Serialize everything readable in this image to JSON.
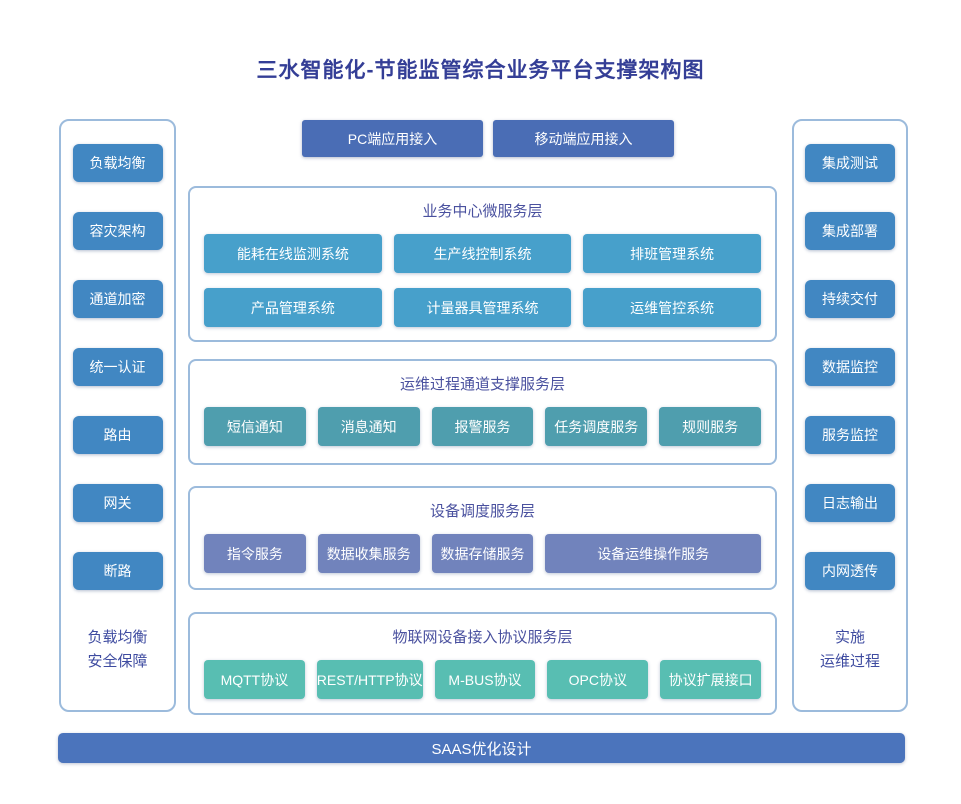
{
  "title": "三水智能化-节能监管综合业务平台支撑架构图",
  "colors": {
    "title_text": "#343E96",
    "panel_border": "#9CBBDC",
    "top_access_block": "#4A6DB5",
    "sidebar_block": "#4187C2",
    "business_block": "#47A0CB",
    "channel_block": "#4F9EAE",
    "device_block": "#7183BC",
    "iot_block": "#58BEB2",
    "saas_bar": "#4B74BC"
  },
  "top_access": {
    "items": [
      "PC端应用接入",
      "移动端应用接入"
    ]
  },
  "left_sidebar": {
    "items": [
      "负载均衡",
      "容灾架构",
      "通道加密",
      "统一认证",
      "路由",
      "网关",
      "断路"
    ],
    "caption_line1": "负载均衡",
    "caption_line2": "安全保障"
  },
  "right_sidebar": {
    "items": [
      "集成测试",
      "集成部署",
      "持续交付",
      "数据监控",
      "服务监控",
      "日志输出",
      "内网透传"
    ],
    "caption_line1": "实施",
    "caption_line2": "运维过程"
  },
  "layers": [
    {
      "title": "业务中心微服务层",
      "items": [
        "能耗在线监测系统",
        "生产线控制系统",
        "排班管理系统",
        "产品管理系统",
        "计量器具管理系统",
        "运维管控系统"
      ]
    },
    {
      "title": "运维过程通道支撑服务层",
      "items": [
        "短信通知",
        "消息通知",
        "报警服务",
        "任务调度服务",
        "规则服务"
      ]
    },
    {
      "title": "设备调度服务层",
      "items": [
        "指令服务",
        "数据收集服务",
        "数据存储服务",
        "设备运维操作服务"
      ]
    },
    {
      "title": "物联网设备接入协议服务层",
      "items": [
        "MQTT协议",
        "REST/HTTP协议",
        "M-BUS协议",
        "OPC协议",
        "协议扩展接口"
      ]
    }
  ],
  "footer": {
    "label": "SAAS优化设计"
  }
}
